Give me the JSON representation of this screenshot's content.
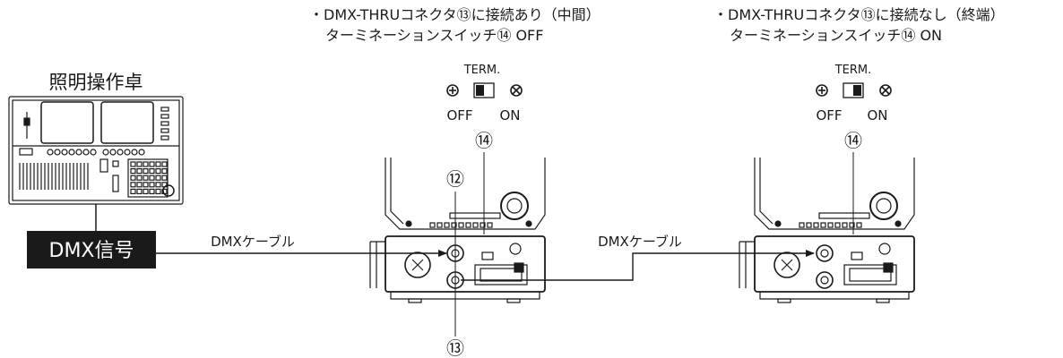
{
  "console": {
    "title": "照明操作卓"
  },
  "signal": {
    "label": "DMX信号"
  },
  "cables": [
    {
      "label": "DMXケーブル"
    },
    {
      "label": "DMXケーブル"
    }
  ],
  "fixtures": [
    {
      "note_line1": "・DMX-THRUコネクタ⑬に接続あり（中間）",
      "note_line2": "ターミネーションスイッチ⑭ OFF",
      "switch_title": "TERM.",
      "switch_off": "OFF",
      "switch_on": "ON",
      "switch_state": "OFF",
      "callout_switch": "⑭"
    },
    {
      "note_line1": "・DMX-THRUコネクタ⑬に接続なし（終端）",
      "note_line2": "ターミネーションスイッチ⑭ ON",
      "switch_title": "TERM.",
      "switch_off": "OFF",
      "switch_on": "ON",
      "switch_state": "ON",
      "callout_switch": "⑭"
    }
  ],
  "callouts": {
    "dmx_in": "⑫",
    "dmx_thru": "⑬"
  },
  "colors": {
    "line": "#1a1a1a",
    "signal_bg": "#1a1a1a",
    "signal_text": "#ffffff"
  }
}
